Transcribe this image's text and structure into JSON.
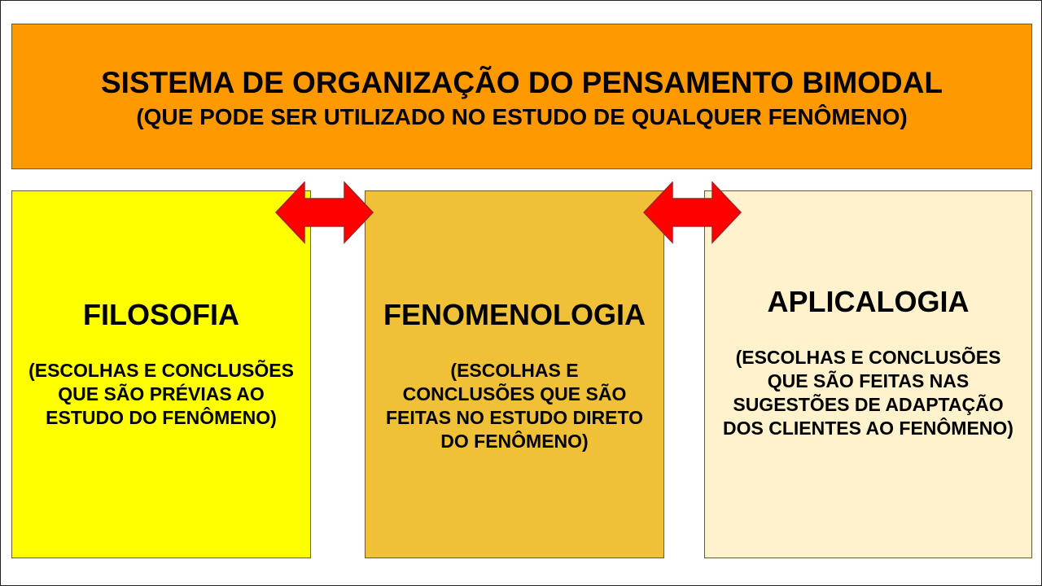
{
  "header": {
    "title": "SISTEMA DE ORGANIZAÇÃO DO PENSAMENTO BIMODAL",
    "subtitle": "(QUE PODE SER UTILIZADO NO ESTUDO DE  QUALQUER FENÔMENO)"
  },
  "columns": [
    {
      "title": "FILOSOFIA",
      "description": "(ESCOLHAS E CONCLUSÕES QUE SÃO PRÉVIAS AO ESTUDO DO FENÔMENO)"
    },
    {
      "title": "FENOMENOLOGIA",
      "description": "(ESCOLHAS E CONCLUSÕES QUE SÃO FEITAS NO ESTUDO DIRETO DO FENÔMENO)"
    },
    {
      "title": "APLICALOGIA",
      "description": "(ESCOLHAS E CONCLUSÕES QUE SÃO FEITAS NAS SUGESTÕES DE ADAPTAÇÃO DOS CLIENTES AO FENÔMENO)"
    }
  ],
  "colors": {
    "header": "#FF9900",
    "filosofia": "#FFFF00",
    "fenomenologia": "#F0C137",
    "aplicalogia": "#FFF2CC",
    "arrow": "#FF0000"
  },
  "icons": [
    "double-arrow-icon",
    "double-arrow-icon"
  ]
}
